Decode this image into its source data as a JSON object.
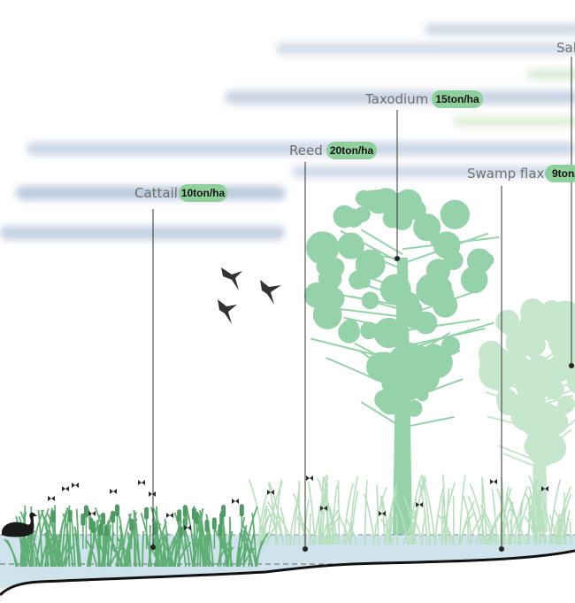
{
  "colors": {
    "cloud": "#b9c7db",
    "water": "#cfe3ec",
    "ground": "#111111",
    "grass": "#6cb880",
    "tree": "#95d2a9",
    "tree_far": "#c6e6cd",
    "pill": "#8fcf9c",
    "line": "#333333"
  },
  "labels": [
    {
      "name": "Cattail",
      "amount": "10ton/ha"
    },
    {
      "name": "Reed",
      "amount": "20ton/ha"
    },
    {
      "name": "Taxodium",
      "amount": "15ton/ha"
    },
    {
      "name": "Swamp flax",
      "amount": "9ton/"
    },
    {
      "name": "Sal",
      "amount": ""
    }
  ]
}
